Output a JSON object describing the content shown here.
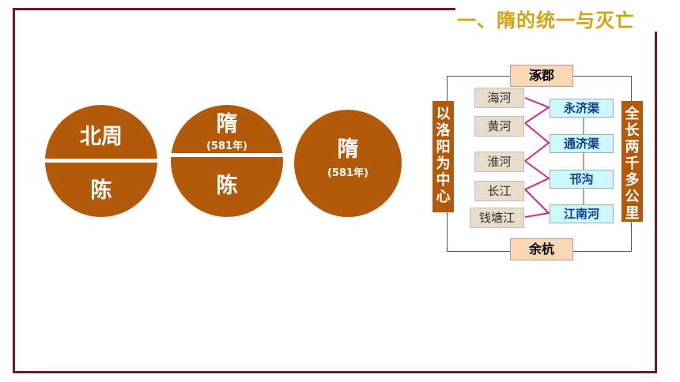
{
  "title": "一、隋的统一与灭亡",
  "circles": {
    "c1": {
      "top": "北周",
      "bottom": "陈"
    },
    "c2": {
      "top": "隋",
      "top_year": "(581年)",
      "bottom": "陈"
    },
    "c3": {
      "main": "隋",
      "year": "(581年)"
    }
  },
  "canal_map": {
    "north_city": "涿郡",
    "south_city": "余杭",
    "center_label": "以洛阳为中心",
    "length_label": "全长两千多公里",
    "rivers": [
      "海河",
      "黄河",
      "淮河",
      "长江",
      "钱塘江"
    ],
    "canals": [
      "永济渠",
      "通济渠",
      "邗沟",
      "江南河"
    ]
  },
  "colors": {
    "circle": "#b35a0a",
    "title": "#d4a10f",
    "frame": "#6b1a2a",
    "city_fill": "#fbd7b5",
    "river_fill": "#e8dccb",
    "canal_fill": "#ccf7fb",
    "link_color": "#d0297f"
  }
}
